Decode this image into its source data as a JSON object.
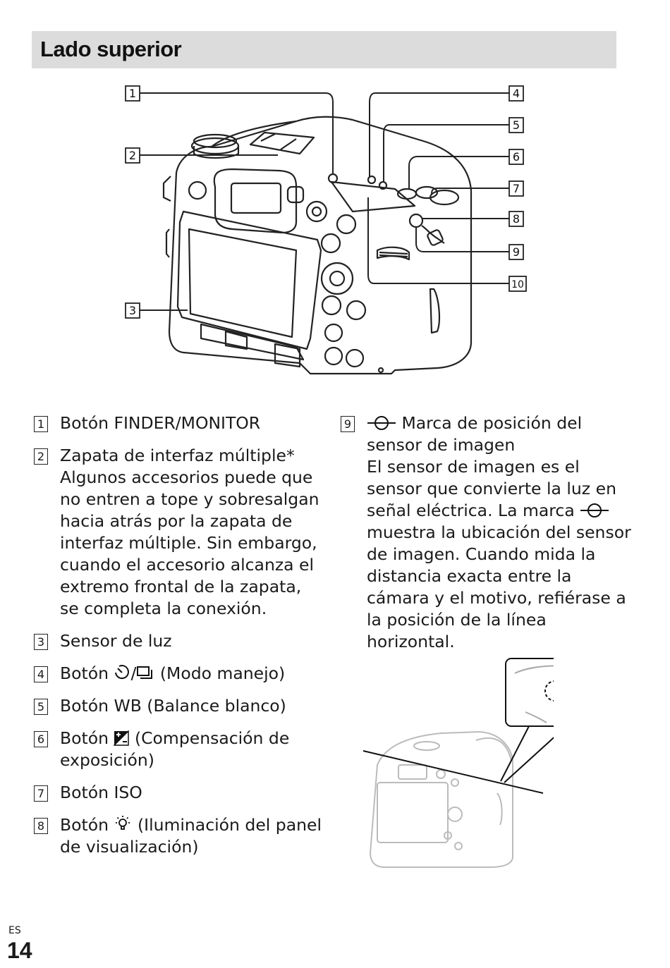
{
  "header": {
    "title": "Lado superior"
  },
  "diagram": {
    "callouts": [
      "1",
      "2",
      "3",
      "4",
      "5",
      "6",
      "7",
      "8",
      "9",
      "10"
    ]
  },
  "items_left": [
    {
      "num": "1",
      "label": "Botón FINDER/MONITOR"
    },
    {
      "num": "2",
      "label": "Zapata de interfaz múltiple*",
      "desc": "Algunos accesorios puede que no entren a tope y sobresalgan hacia atrás por la zapata de interfaz múltiple. Sin embargo, cuando el accesorio alcanza el extremo frontal de la zapata, se completa la conexión."
    },
    {
      "num": "3",
      "label": "Sensor de luz"
    },
    {
      "num": "4",
      "label_pre": "Botón",
      "label_sep": "/",
      "label_post": "(Modo manejo)",
      "icons": [
        "self-timer-icon",
        "continuous-shooting-icon"
      ]
    },
    {
      "num": "5",
      "label": "Botón WB (Balance blanco)"
    },
    {
      "num": "6",
      "label_pre": "Botón",
      "label_post": "(Compensación de exposición)",
      "icons": [
        "exposure-compensation-icon"
      ]
    },
    {
      "num": "7",
      "label": "Botón ISO"
    },
    {
      "num": "8",
      "label_pre": "Botón",
      "label_post": "(Iluminación del panel de visualización)",
      "icons": [
        "light-bulb-icon"
      ]
    }
  ],
  "items_right": [
    {
      "num": "9",
      "label": "Marca de posición del sensor de imagen",
      "desc_pre": "El sensor de imagen es el sensor que convierte la luz en señal eléctrica. La marca",
      "desc_post": "muestra la ubicación del sensor de imagen. Cuando mida la distancia exacta entre la cámara y el motivo, refiérase a la posición de la línea horizontal.",
      "icons": [
        "image-sensor-mark-icon"
      ]
    }
  ],
  "footer": {
    "lang": "ES",
    "page": "14"
  }
}
